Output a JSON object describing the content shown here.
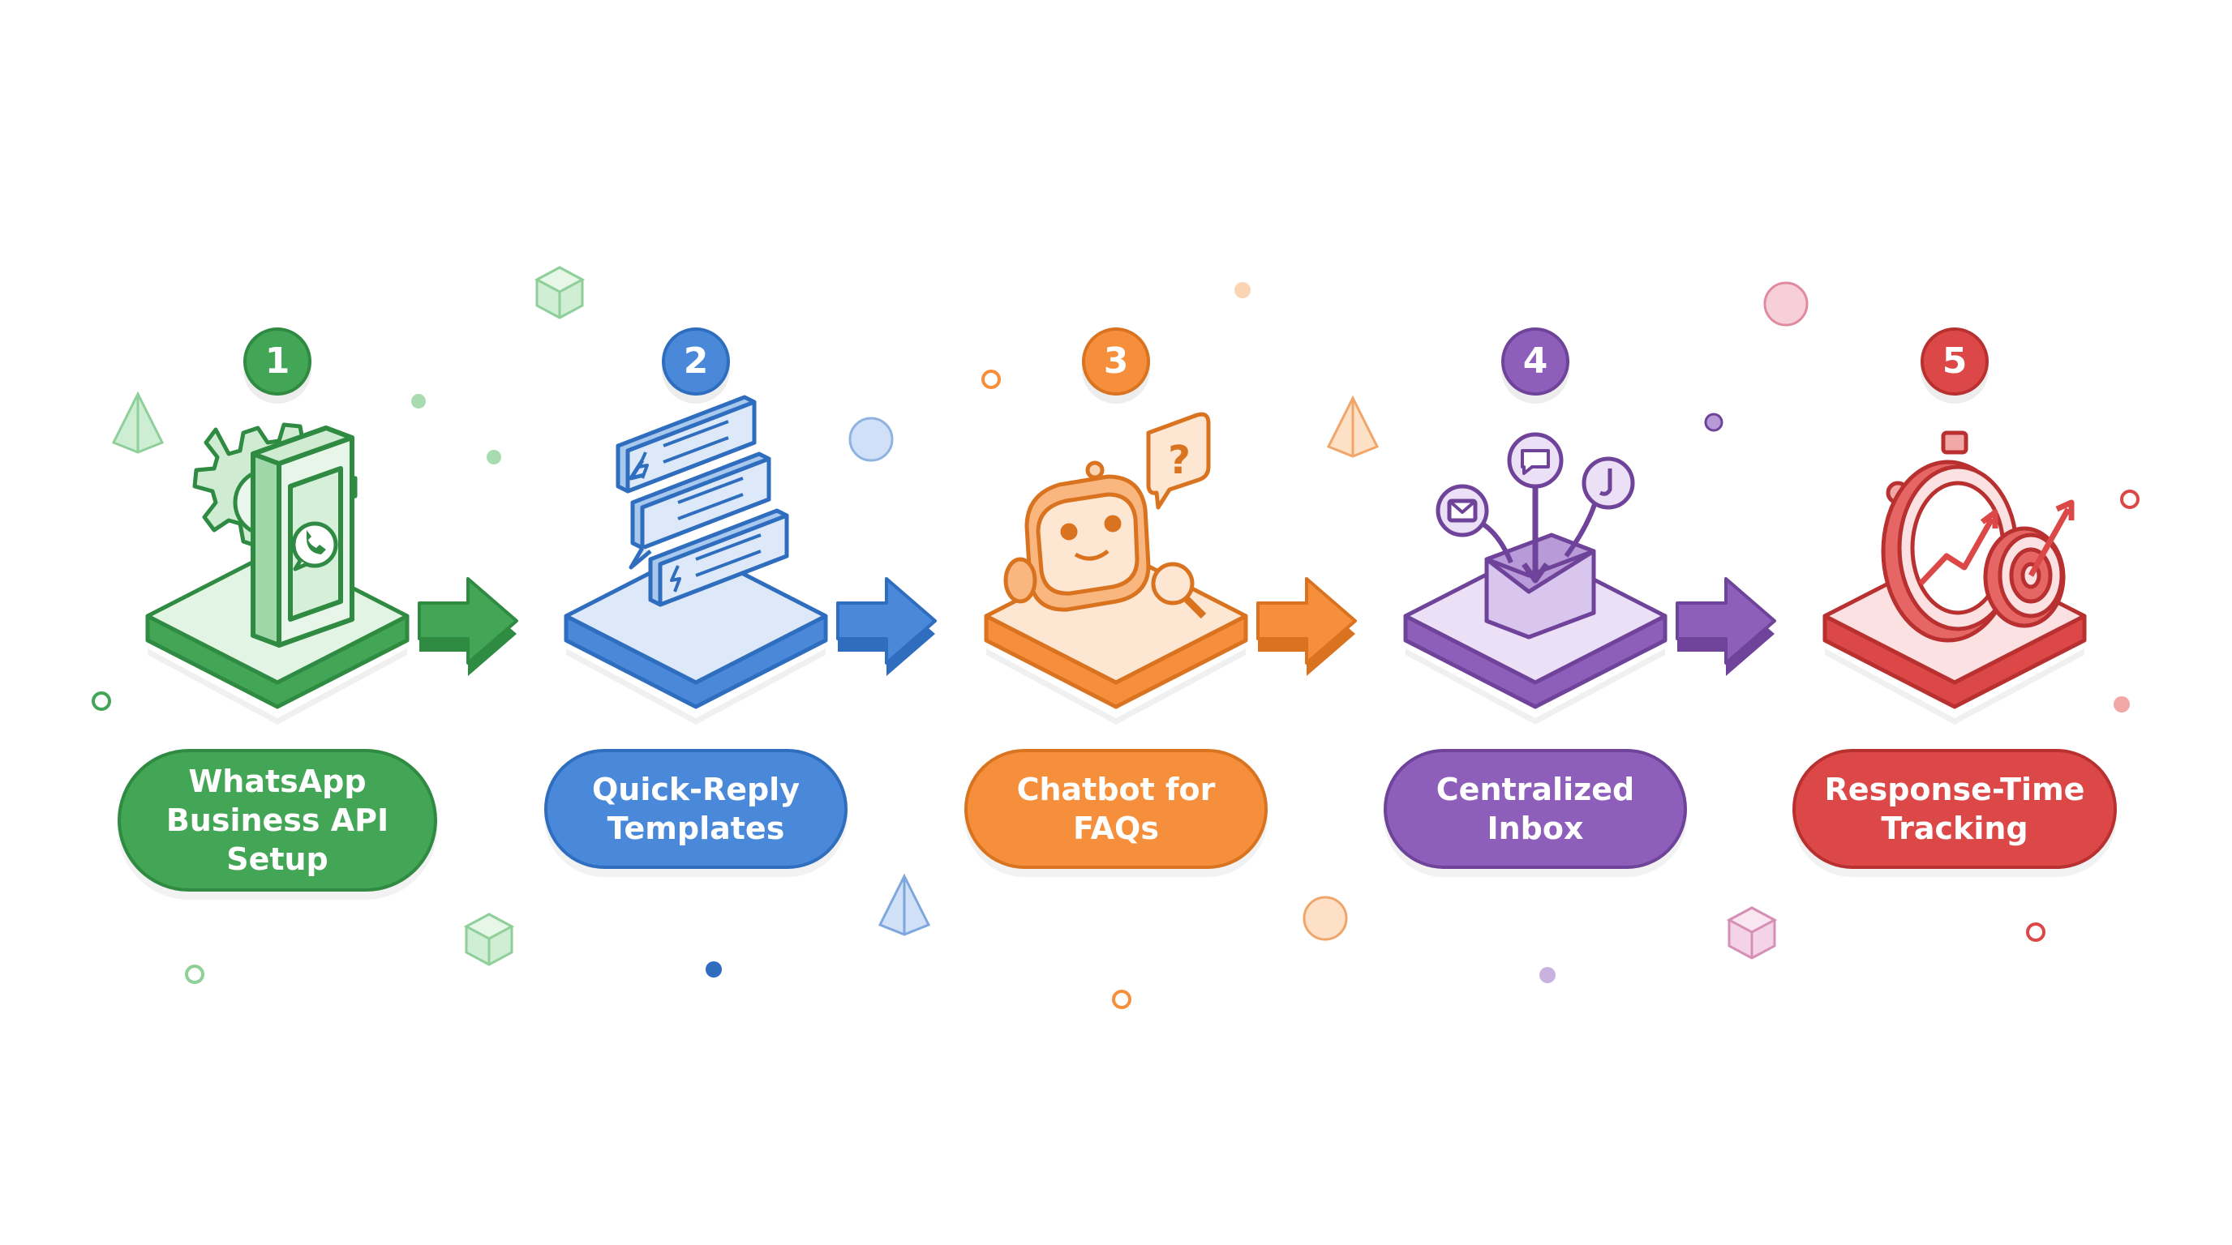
{
  "steps": [
    {
      "number": "1",
      "label": "WhatsApp Business API Setup",
      "icon": "whatsapp-phone-gear-icon",
      "color": "#43a556",
      "dark": "#2f8a42",
      "light": "#e2f4e4"
    },
    {
      "number": "2",
      "label": "Quick-Reply Templates",
      "icon": "chat-bubbles-lightning-icon",
      "color": "#4a89d9",
      "dark": "#2f6dbf",
      "light": "#dde9f9"
    },
    {
      "number": "3",
      "label": "Chatbot for FAQs",
      "icon": "robot-question-magnifier-icon",
      "color": "#f58f3b",
      "dark": "#d9731f",
      "light": "#fde7d3"
    },
    {
      "number": "4",
      "label": "Centralized Inbox",
      "icon": "inbox-envelope-channels-icon",
      "color": "#8d5fbb",
      "dark": "#6f4399",
      "light": "#ebe0f5"
    },
    {
      "number": "5",
      "label": "Response-Time Tracking",
      "icon": "stopwatch-target-arrow-icon",
      "color": "#dc4848",
      "dark": "#b93030",
      "light": "#fbe1e1"
    }
  ]
}
